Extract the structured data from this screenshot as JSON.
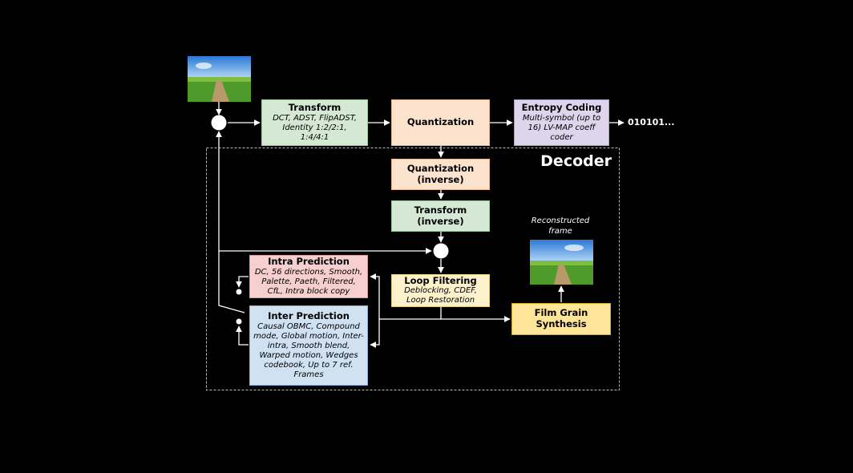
{
  "decoder_title": "Decoder",
  "output_bits": "010101...",
  "reconstructed_label": "Reconstructed frame",
  "boxes": {
    "transform": {
      "title": "Transform",
      "sub": "DCT, ADST, FlipADST, Identity 1:2/2:1, 1:4/4:1"
    },
    "quantization": {
      "title": "Quantization"
    },
    "entropy": {
      "title": "Entropy Coding",
      "sub": "Multi-symbol (up to 16) LV-MAP coeff coder"
    },
    "quant_inv": {
      "title": "Quantization (inverse)"
    },
    "transform_inv": {
      "title": "Transform (inverse)"
    },
    "intra": {
      "title": "Intra Prediction",
      "sub": "DC, 56 directions, Smooth, Palette, Paeth, Filtered, CfL, Intra block copy"
    },
    "loop": {
      "title": "Loop Filtering",
      "sub": "Deblocking, CDEF, Loop Restoration"
    },
    "inter": {
      "title": "Inter Prediction",
      "sub": "Causal OBMC, Compound mode, Global motion, Inter-intra, Smooth blend, Warped motion, Wedges codebook, Up to 7 ref. Frames"
    },
    "film": {
      "title": "Film Grain Synthesis"
    }
  },
  "colors": {
    "transform": "#d5e8d4",
    "quantization": "#fce3cd",
    "entropy": "#dcd5eb",
    "intra": "#f6cfcf",
    "inter": "#d0e1f2",
    "loop": "#fdf2cc",
    "film": "#ffe597"
  },
  "images": {
    "input": "landscape-photo",
    "output": "landscape-photo"
  }
}
